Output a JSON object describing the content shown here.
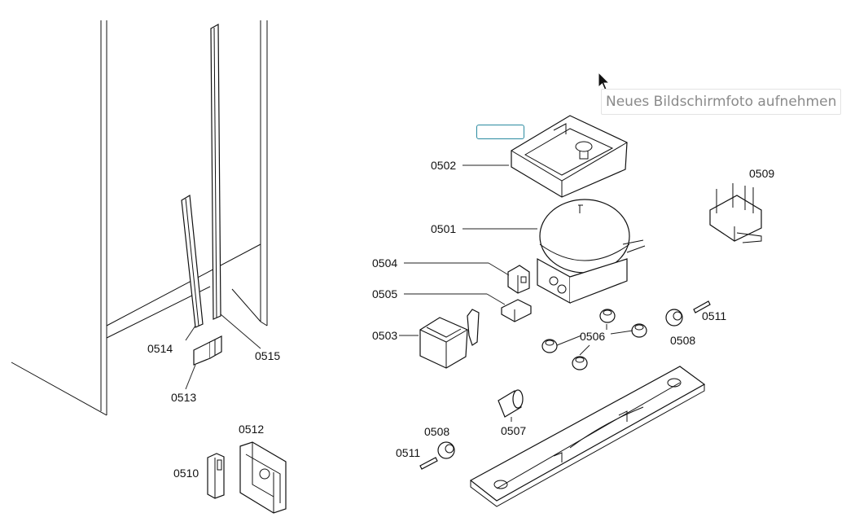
{
  "tooltip": {
    "text": "Neues Bildschirmfoto aufnehmen"
  },
  "parts": {
    "p0501": "0501",
    "p0502": "0502",
    "p0503": "0503",
    "p0504": "0504",
    "p0505": "0505",
    "p0506": "0506",
    "p0507": "0507",
    "p0508a": "0508",
    "p0508b": "0508",
    "p0509": "0509",
    "p0510": "0510",
    "p0511a": "0511",
    "p0511b": "0511",
    "p0512": "0512",
    "p0513": "0513",
    "p0514": "0514",
    "p0515": "0515"
  },
  "icons": {
    "cursor": "mouse-pointer-icon"
  }
}
